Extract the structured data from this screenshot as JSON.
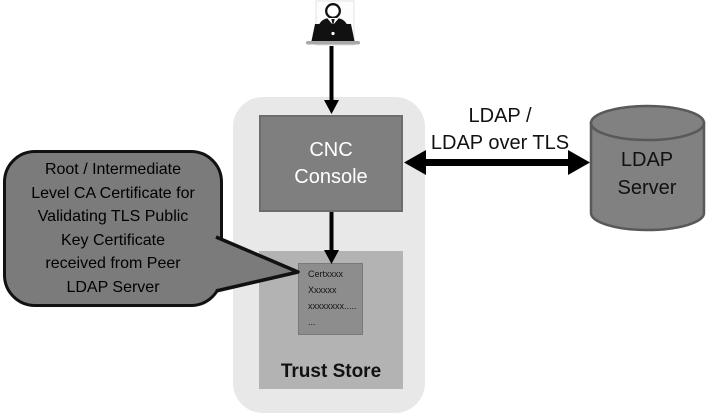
{
  "diagram": {
    "actor": {
      "icon": "user-at-laptop-icon"
    },
    "cnc_console": {
      "line1": "CNC",
      "line2": "Console"
    },
    "trust_store": {
      "label": "Trust Store",
      "certificate_lines": [
        "Certxxxx",
        "Xxxxxx",
        "xxxxxxxx.....",
        "..."
      ]
    },
    "ldap_link": {
      "line1": "LDAP /",
      "line2": "LDAP over TLS"
    },
    "ldap_server": {
      "line1": "LDAP",
      "line2": "Server"
    },
    "callout": {
      "lines": [
        "Root / Intermediate",
        "Level CA Certificate for",
        "Validating TLS Public",
        "Key Certificate",
        "received from Peer",
        "LDAP Server"
      ]
    },
    "colors": {
      "container_fill": "#e8e8e8",
      "node_fill": "#7f7f7f",
      "trust_store_fill": "#b3b3b3",
      "certificate_fill": "#8d8d8d",
      "callout_fill": "#7b7b7b",
      "cylinder_fill": "#818181",
      "cylinder_stroke": "#595959",
      "arrow_color": "#000000",
      "console_text_color": "#ffffff"
    }
  }
}
